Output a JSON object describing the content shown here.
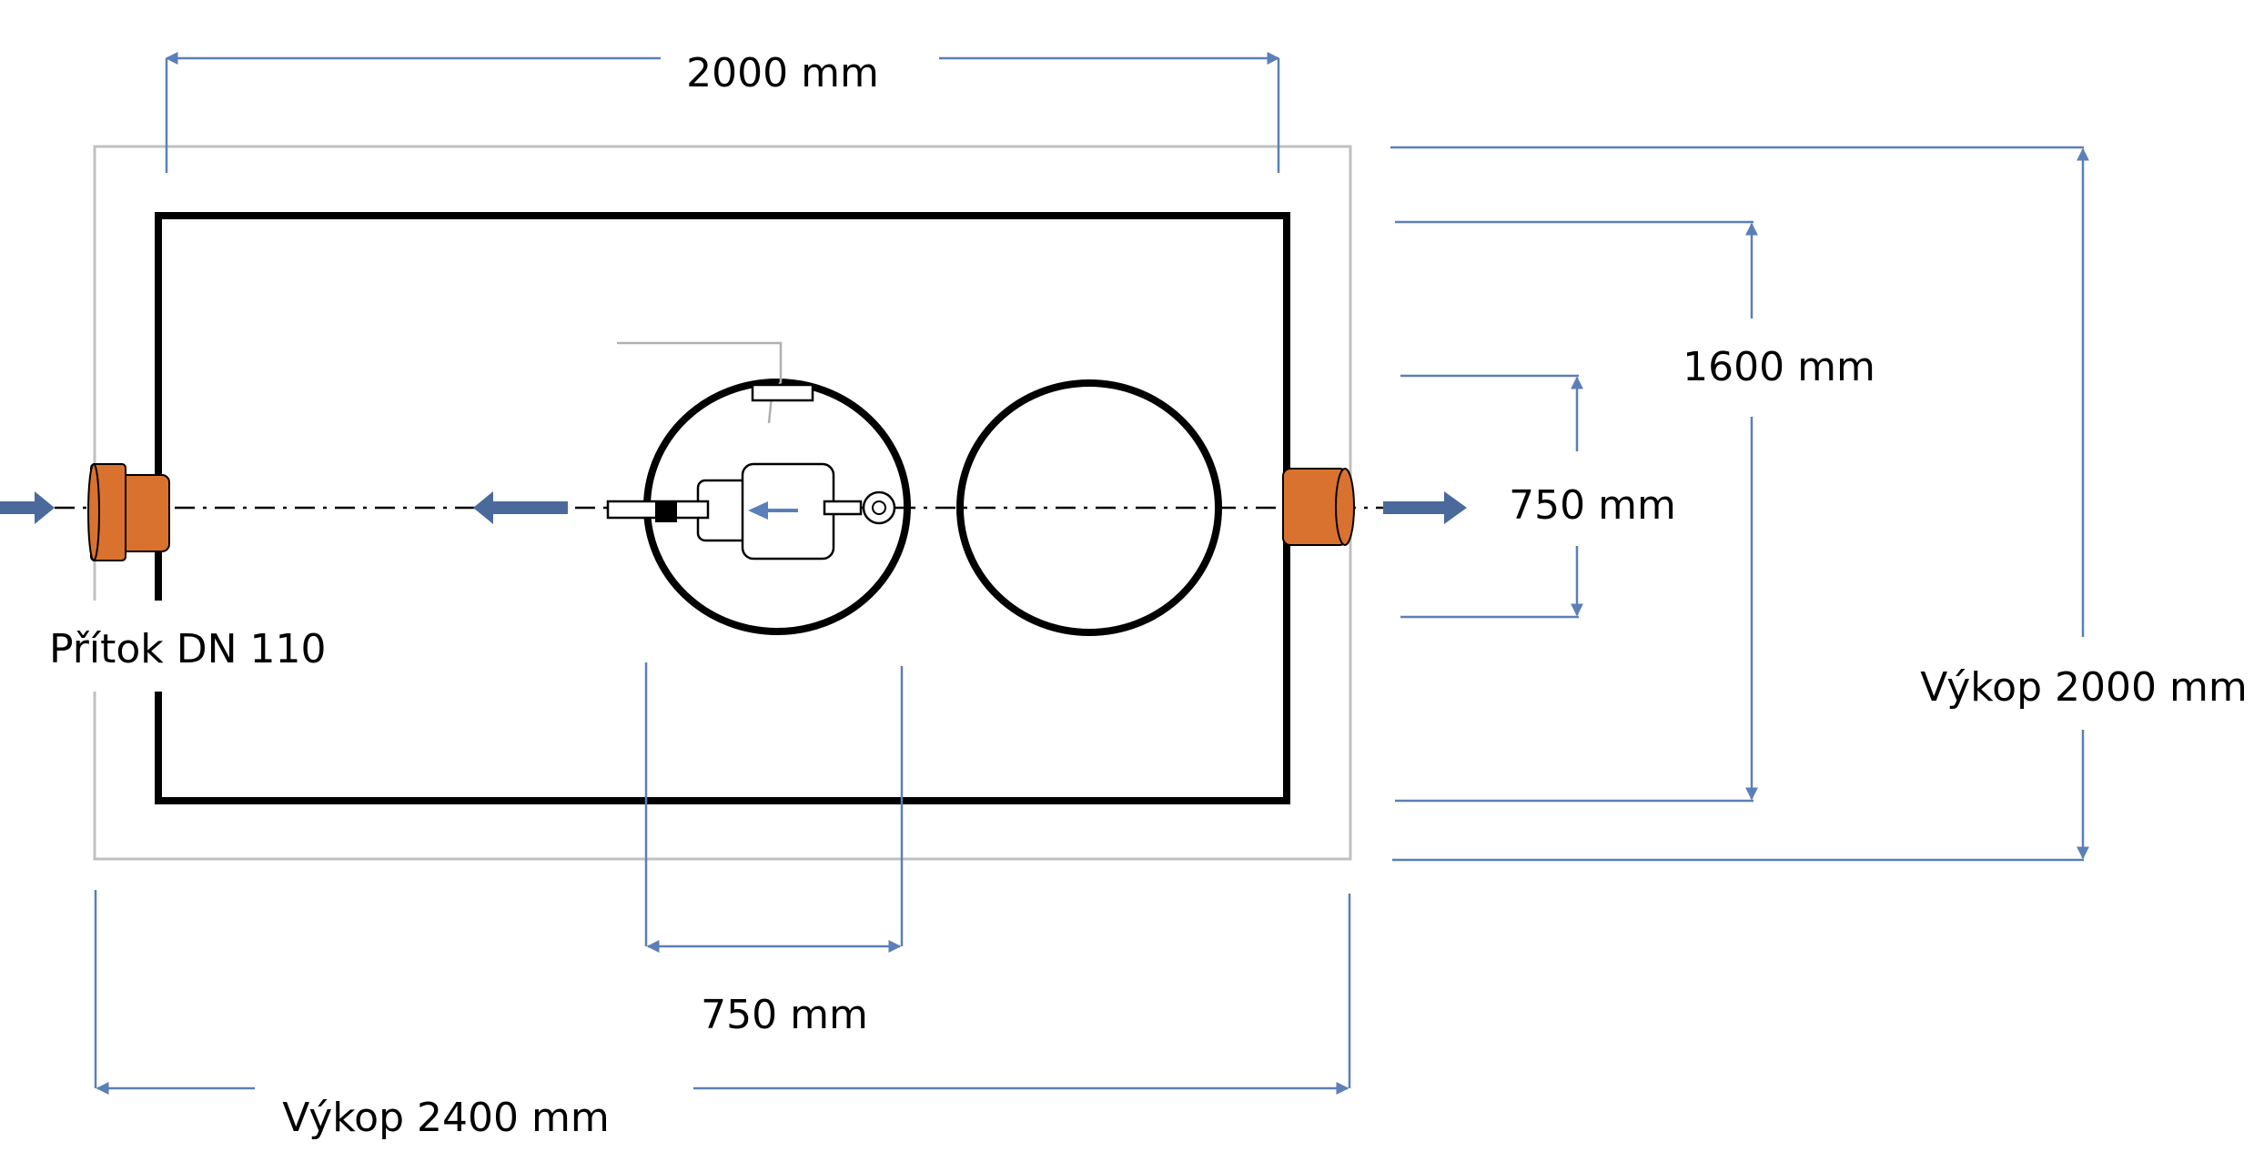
{
  "labels": {
    "top_width": "2000 mm",
    "height_tank": "1600 mm",
    "inner_height": "750 mm",
    "excavation_height": "Výkop 2000 mm",
    "inlet": "Přítok DN 110",
    "inner_width": "750 mm",
    "excavation_width": "Výkop 2400 mm"
  },
  "colors": {
    "dimension": "#5b7fb8",
    "flow_arrow": "#4a6a9c",
    "pipe": "#d9722e",
    "outline": "#000000",
    "excavation": "#c0c0c0"
  }
}
